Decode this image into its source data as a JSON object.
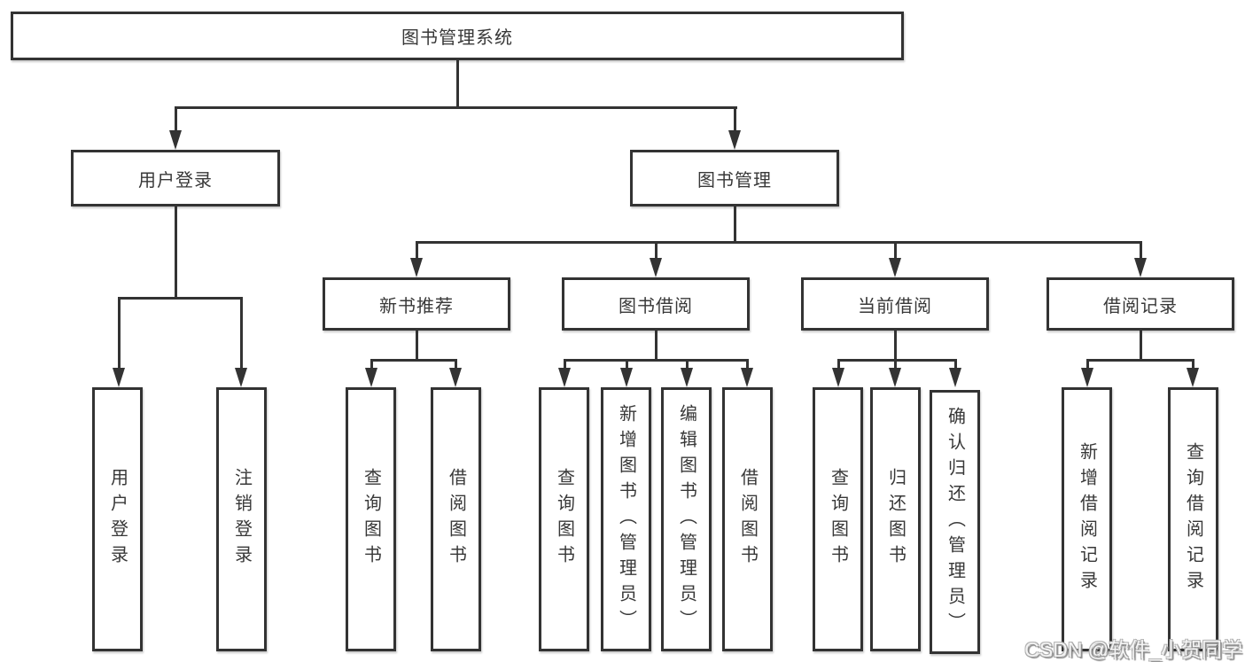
{
  "diagram_title": "图书管理系统",
  "tree": {
    "root": {
      "label": "图书管理系统"
    },
    "children": [
      {
        "label": "用户登录",
        "children": [
          {
            "label": "用户登录"
          },
          {
            "label": "注销登录"
          }
        ]
      },
      {
        "label": "图书管理",
        "children": [
          {
            "label": "新书推荐",
            "children": [
              {
                "label": "查询图书"
              },
              {
                "label": "借阅图书"
              }
            ]
          },
          {
            "label": "图书借阅",
            "children": [
              {
                "label": "查询图书"
              },
              {
                "label": "新增图书（管理员）"
              },
              {
                "label": "编辑图书（管理员）"
              },
              {
                "label": "借阅图书"
              }
            ]
          },
          {
            "label": "当前借阅",
            "children": [
              {
                "label": "查询图书"
              },
              {
                "label": "归还图书"
              },
              {
                "label": "确认归还（管理员）"
              }
            ]
          },
          {
            "label": "借阅记录",
            "children": [
              {
                "label": "新增借阅记录"
              },
              {
                "label": "查询借阅记录"
              }
            ]
          }
        ]
      }
    ]
  },
  "watermark": {
    "text": "CSDN @软件_小贺同学",
    "fill_color": "#f4f4f4",
    "shadow_color": "#8a8a8a"
  },
  "colors": {
    "line": "#333333",
    "text": "#383838",
    "box_fill": "#ffffff",
    "background": "#ffffff"
  }
}
